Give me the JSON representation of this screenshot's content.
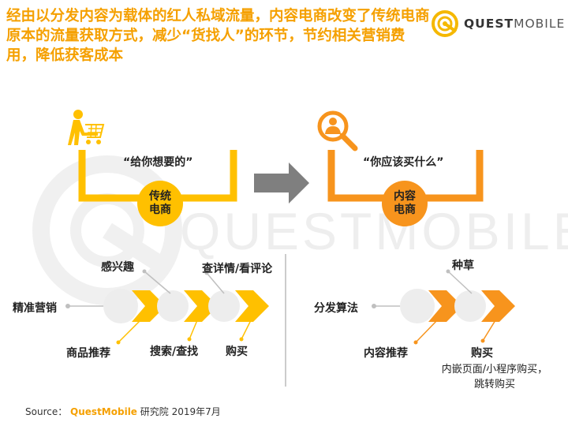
{
  "headline": "经由以分发内容为载体的红人私域流量，内容电商改变了传统电商原本的流量获取方式，减少“货找人”的环节，节约相关营销费用，降低获客成本",
  "brand": {
    "name_bold": "QUEST",
    "name_light": "MOBILE"
  },
  "watermark": "QUESTMOBILE",
  "left_panel": {
    "quote": "“给你想要的”",
    "badge_line1": "传统",
    "badge_line2": "电商"
  },
  "right_panel": {
    "quote": "“你应该买什么”",
    "badge_line1": "内容",
    "badge_line2": "电商"
  },
  "left_flow": {
    "start": "精准营销",
    "top1": "感兴趣",
    "top2": "查详情/看评论",
    "bottom1": "商品推荐",
    "bottom2": "搜索/查找",
    "bottom3": "购买"
  },
  "right_flow": {
    "start": "分发算法",
    "top1": "种草",
    "bottom1": "内容推荐",
    "bottom2": "购买",
    "note_line1": "内嵌页面/小程序购买，",
    "note_line2": "跳转购买"
  },
  "source": {
    "label": "Source：",
    "brand": "QuestMobile",
    "suffix": "研究院 2019年7月"
  },
  "colors": {
    "yellow": "#FFC000",
    "orange": "#F7941D",
    "gray_arrow": "#7F7F7F",
    "headline": "#F5A000"
  }
}
